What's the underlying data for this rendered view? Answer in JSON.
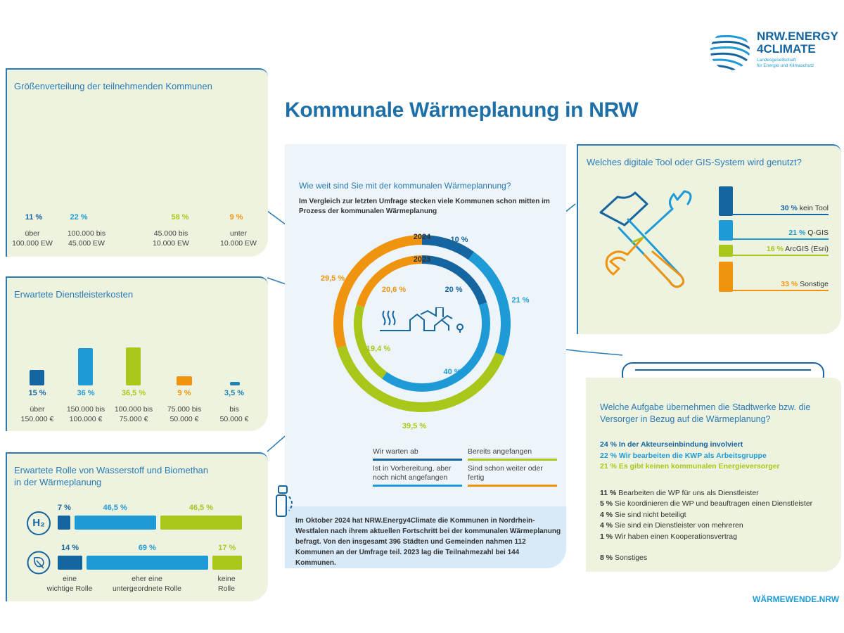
{
  "logo": {
    "line1": "NRW.ENERGY",
    "line2": "4CLIMATE",
    "sub1": "Landesgesellschaft",
    "sub2": "für Energie und Klimaschutz"
  },
  "title": "Kommunale Wärmeplanung in NRW",
  "footer_brand": "WÄRMEWENDE.NRW",
  "colors": {
    "dark": "#1565a0",
    "light": "#1e9bd7",
    "green": "#a9c71b",
    "orange": "#f0930f",
    "title": "#2a7ab5"
  },
  "size_panel": {
    "title": "Größenverteilung der teilnehmenden Kommunen",
    "groups": [
      {
        "pct": "11 %",
        "value": 11,
        "label1": "über",
        "label2": "100.000 EW",
        "color": "#1565a0"
      },
      {
        "pct": "22 %",
        "value": 22,
        "label1": "100.000 bis",
        "label2": "45.000 EW",
        "color": "#1e9bd7"
      },
      {
        "pct": "58 %",
        "value": 58,
        "label1": "45.000 bis",
        "label2": "10.000 EW",
        "color": "#a9c71b"
      },
      {
        "pct": "9 %",
        "value": 9,
        "label1": "unter",
        "label2": "10.000 EW",
        "color": "#f0930f"
      }
    ]
  },
  "cost_panel": {
    "title": "Erwartete Dienstleisterkosten",
    "bars": [
      {
        "pct": "15 %",
        "value": 15,
        "label1": "über",
        "label2": "150.000 €",
        "color": "#1565a0"
      },
      {
        "pct": "36 %",
        "value": 36,
        "label1": "150.000 bis",
        "label2": "100.000 €",
        "color": "#1e9bd7"
      },
      {
        "pct": "36,5 %",
        "value": 36.5,
        "label1": "100.000 bis",
        "label2": "75.000 €",
        "color": "#a9c71b"
      },
      {
        "pct": "9 %",
        "value": 9,
        "label1": "75.000 bis",
        "label2": "50.000 €",
        "color": "#f0930f"
      },
      {
        "pct": "3,5 %",
        "value": 3.5,
        "label1": "bis",
        "label2": "50.000 €",
        "color": "#1b84b5"
      }
    ]
  },
  "role_panel": {
    "title1": "Erwartete Rolle von Wasserstoff und Biomethan",
    "title2": "in der Wärmeplanung",
    "h2_label": "H₂",
    "rows": [
      {
        "name": "Wasserstoff",
        "values": [
          7,
          46.5,
          46.5
        ],
        "labels": [
          "7 %",
          "46,5 %",
          "46,5 %"
        ]
      },
      {
        "name": "Biomethan",
        "values": [
          14,
          69,
          17
        ],
        "labels": [
          "14 %",
          "69 %",
          "17 %"
        ]
      }
    ],
    "categories": [
      {
        "l1": "eine",
        "l2": "wichtige Rolle"
      },
      {
        "l1": "eher eine",
        "l2": "untergeordnete Rolle"
      },
      {
        "l1": "keine",
        "l2": "Rolle"
      }
    ]
  },
  "center": {
    "question": "Wie weit sind Sie mit der kommunalen Wärmeplannung?",
    "subtitle": "Im Vergleich zur letzten Umfrage stecken viele Kommunen schon mitten im Prozess der kommunalen Wärmeplanung",
    "legend": [
      {
        "label": "Wir warten ab",
        "color": "#1565a0"
      },
      {
        "label": "Bereits angefangen",
        "color": "#a9c71b"
      },
      {
        "label": "Ist in Vorbereitung, aber noch nicht angefangen",
        "color": "#1e9bd7"
      },
      {
        "label": "Sind schon weiter oder fertig",
        "color": "#f0930f"
      }
    ],
    "info": "Im Oktober 2024 hat NRW.Energy4Climate die Kommunen in Nordrhein-Westfalen nach ihrem aktuellen Fortschritt bei der kommunalen Wärmeplanung befragt. Von den insgesamt 396 Städten und Gemeinden nahmen 112 Kommunen an der Umfrage teil. 2023 lag die Teilnahmezahl bei 144 Kommunen."
  },
  "chart_data": [
    {
      "type": "pie",
      "title": "Wie weit sind Sie mit der kommunalen Wärmeplannung?",
      "categories": [
        "Wir warten ab",
        "Ist in Vorbereitung, aber noch nicht angefangen",
        "Bereits angefangen",
        "Sind schon weiter oder fertig"
      ],
      "series": [
        {
          "name": "2024",
          "values": [
            10,
            21,
            39.5,
            29.5
          ],
          "labels": [
            "10 %",
            "21 %",
            "39,5 %",
            "29,5 %"
          ]
        },
        {
          "name": "2023",
          "values": [
            20,
            40,
            19.4,
            20.6
          ],
          "labels": [
            "20 %",
            "40 %",
            "19,4 %",
            "20,6 %"
          ]
        }
      ]
    },
    {
      "type": "bar",
      "title": "Welches digitale Tool oder GIS-System wird genutzt?",
      "categories": [
        "kein Tool",
        "Q-GIS",
        "ArcGIS (Esri)",
        "Sonstige"
      ],
      "values": [
        30,
        21,
        16,
        33
      ],
      "labels": [
        "30 %",
        "21 %",
        "16 %",
        "33 %"
      ]
    }
  ],
  "stadtwerke": {
    "title": "Welche Aufgabe übernehmen die Stadtwerke bzw. die Versorger in Bezug auf die Wärmeplanung?",
    "highlight": [
      {
        "pct": "24 %",
        "text": "In der Akteurseinbindung involviert",
        "color": "#1565a0"
      },
      {
        "pct": "22 %",
        "text": "Wir bearbeiten die KWP als Arbeitsgruppe",
        "color": "#1e9bd7"
      },
      {
        "pct": "21 %",
        "text": "Es gibt keinen kommunalen Energieversorger",
        "color": "#a9c71b"
      }
    ],
    "items": [
      {
        "pct": "11 %",
        "text": "Bearbeiten die WP für uns als Dienstleister"
      },
      {
        "pct": "5 %",
        "text": "Sie koordinieren die WP und beauftragen einen Dienstleister"
      },
      {
        "pct": "4 %",
        "text": "Sie sind nicht beteiligt"
      },
      {
        "pct": "4 %",
        "text": "Sie sind ein Dienstleister von mehreren"
      },
      {
        "pct": "1 %",
        "text": "Wir haben einen Kooperationsvertrag"
      }
    ],
    "other": {
      "pct": "8 %",
      "text": "Sonstiges"
    }
  }
}
